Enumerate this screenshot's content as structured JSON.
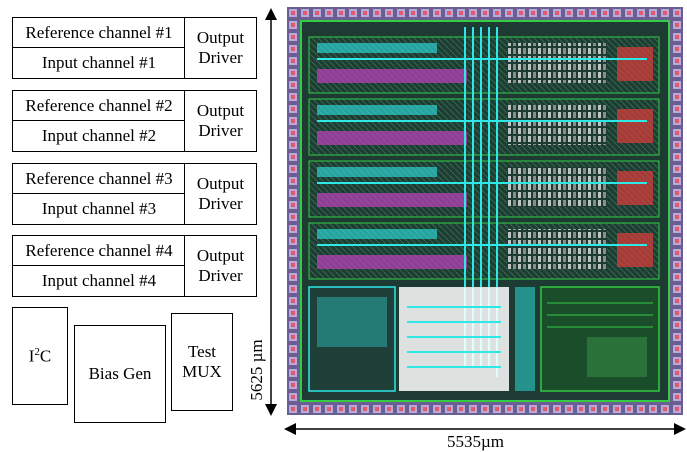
{
  "blocks": {
    "channels": [
      {
        "reference": "Reference channel #1",
        "input": "Input channel #1",
        "driver": "Output Driver"
      },
      {
        "reference": "Reference channel #2",
        "input": "Input channel #2",
        "driver": "Output Driver"
      },
      {
        "reference": "Reference channel #3",
        "input": "Input channel #3",
        "driver": "Output Driver"
      },
      {
        "reference": "Reference channel #4",
        "input": "Input channel #4",
        "driver": "Output Driver"
      }
    ],
    "i2c_main": "I",
    "i2c_sup": "2",
    "i2c_tail": "C",
    "bias_gen": "Bias Gen",
    "test_mux_line1": "Test",
    "test_mux_line2": "MUX"
  },
  "dimensions": {
    "height_label": "5625 µm",
    "width_label": "5535µm"
  },
  "colors": {
    "die_bg": "#1d3a33",
    "metal_cyan": "#2ee8e8",
    "metal_green": "#33cc44",
    "pad_ring": "#8a7fb0",
    "accent_red": "#e03a3a",
    "accent_magenta": "#c040c0"
  }
}
